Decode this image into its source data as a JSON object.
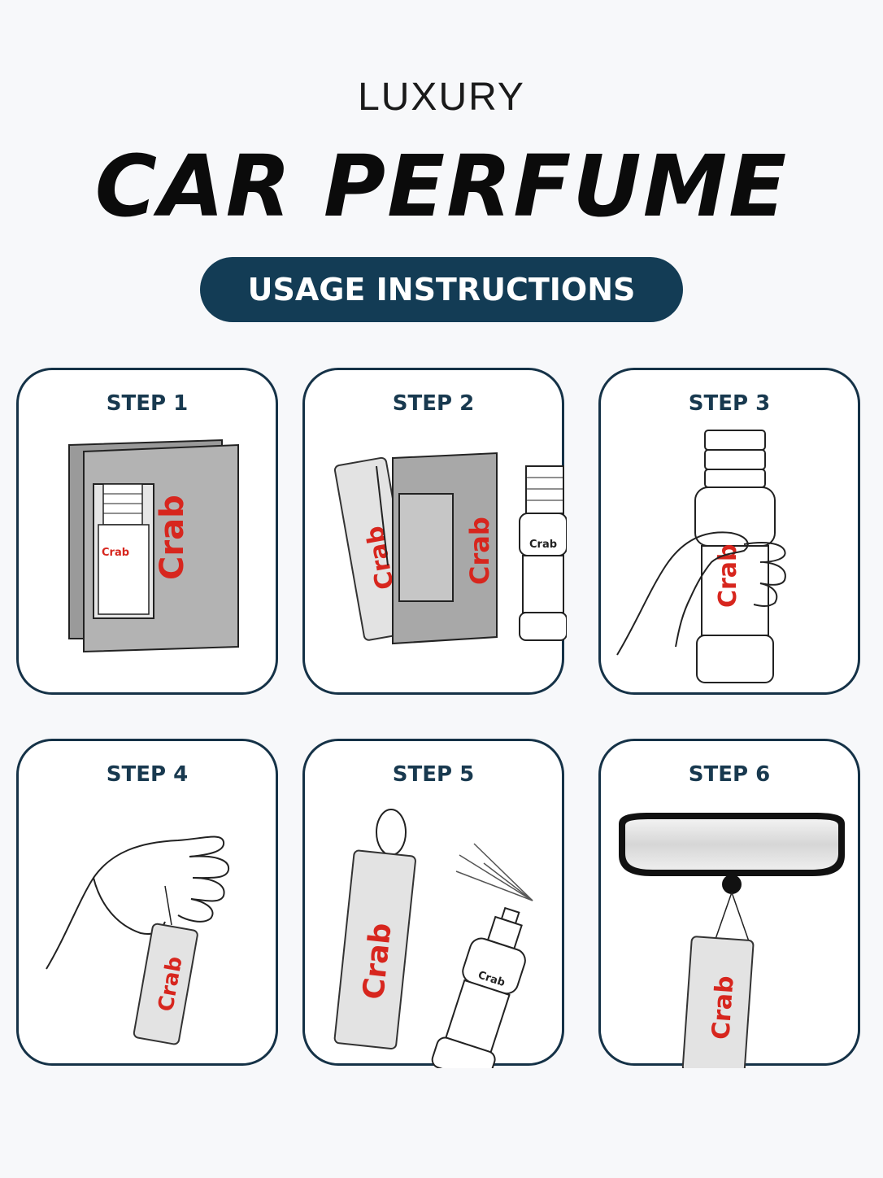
{
  "header": {
    "subtitle": "LUXURY",
    "title": "CAR PERFUME",
    "badge": "USAGE INSTRUCTIONS"
  },
  "brand": {
    "logo_text": "Crab",
    "accent_color": "#d7261e",
    "navy_color": "#133c55"
  },
  "steps": [
    {
      "label": "STEP 1",
      "illustration": "perfume-box-icon"
    },
    {
      "label": "STEP 2",
      "illustration": "unboxed-bottle-and-card-icon"
    },
    {
      "label": "STEP 3",
      "illustration": "hand-holding-bottle-icon"
    },
    {
      "label": "STEP 4",
      "illustration": "hand-holding-card-icon"
    },
    {
      "label": "STEP 5",
      "illustration": "spray-card-icon"
    },
    {
      "label": "STEP 6",
      "illustration": "hang-on-mirror-icon"
    }
  ]
}
